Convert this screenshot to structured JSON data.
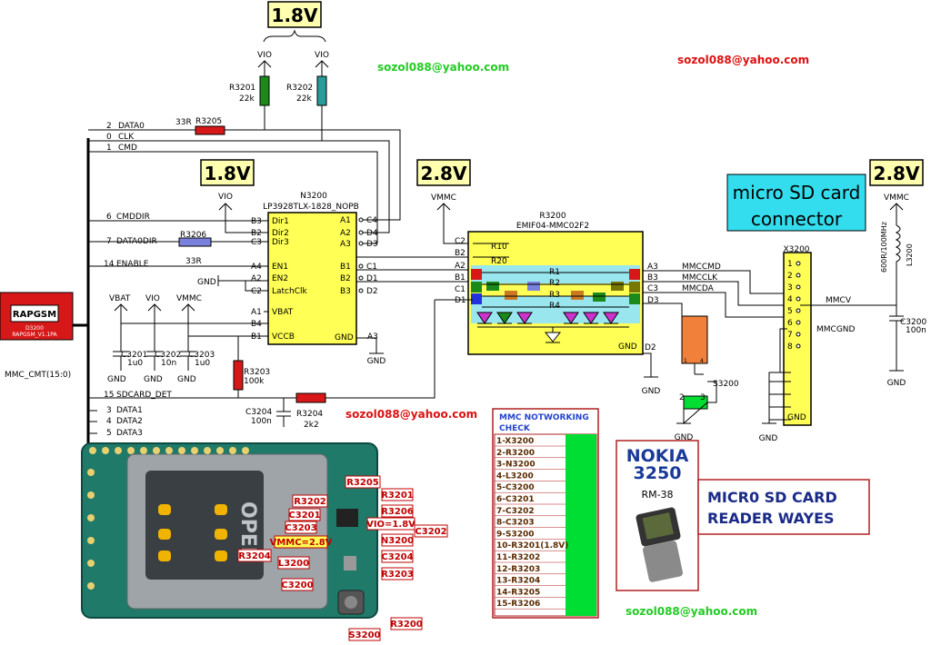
{
  "voltage_labels": {
    "top": "1.8V",
    "n3200": "1.8V",
    "r3200": "2.8V",
    "connector": "2.8V"
  },
  "emails": {
    "top_green": "sozol088@yahoo.com",
    "top_red": "sozol088@yahoo.com",
    "mid_red": "sozol088@yahoo.com",
    "bottom_green": "sozol088@yahoo.com"
  },
  "rails": {
    "vio": "VIO",
    "vmmc": "VMMC",
    "vbat": "VBAT"
  },
  "resistors": {
    "r3201": "R3201",
    "r3201_val": "22k",
    "r3202": "R3202",
    "r3202_val": "22k",
    "r3205": "R3205",
    "r3205_val": "33R",
    "r3206": "R3206",
    "r3206_val": "33R",
    "r3203": "R3203",
    "r3203_val": "100k",
    "r3204": "R3204",
    "r3204_val": "2k2"
  },
  "capacitors": {
    "c3201": "C3201",
    "c3201_val": "1u0",
    "c3202": "C3202",
    "c3202_val": "10n",
    "c3203": "C3203",
    "c3203_val": "1u0",
    "c3204": "C3204",
    "c3204_val": "100n",
    "c3200": "C3200",
    "c3200_val": "100n"
  },
  "gnd": "GND",
  "bus_signals": [
    {
      "num": "2",
      "name": "DATA0"
    },
    {
      "num": "0",
      "name": "CLK"
    },
    {
      "num": "1",
      "name": "CMD"
    },
    {
      "num": "6",
      "name": "CMDDIR"
    },
    {
      "num": "7",
      "name": "DATA0DIR"
    },
    {
      "num": "14",
      "name": "ENABLE"
    },
    {
      "num": "15",
      "name": "SDCARD_DET"
    },
    {
      "num": "3",
      "name": "DATA1"
    },
    {
      "num": "4",
      "name": "DATA2"
    },
    {
      "num": "5",
      "name": "DATA3"
    }
  ],
  "bus_name": "MMC_CMT(15:0)",
  "rapgsm": {
    "title": "RAPGSM",
    "sub1": "D3200",
    "sub2": "RAPGSM_V1.1PA"
  },
  "n3200": {
    "ref": "N3200",
    "part": "LP3928TLX-1828_NOPB",
    "left_pins": [
      {
        "pin": "B3",
        "name": "Dir1"
      },
      {
        "pin": "B2",
        "name": "Dir2"
      },
      {
        "pin": "C3",
        "name": "Dir3"
      },
      {
        "pin": "A4",
        "name": "EN1"
      },
      {
        "pin": "A2",
        "name": "EN2"
      },
      {
        "pin": "C2",
        "name": "LatchClk"
      },
      {
        "pin": "A1",
        "name": "VBAT"
      },
      {
        "pin": "B1",
        "name": "VCCB"
      }
    ],
    "right_pins": [
      {
        "name": "A1",
        "pin": "C4"
      },
      {
        "name": "A2",
        "pin": "D4"
      },
      {
        "name": "A3",
        "pin": "D3"
      },
      {
        "name": "B1",
        "pin": "C1"
      },
      {
        "name": "B2",
        "pin": "D1"
      },
      {
        "name": "B3",
        "pin": "D2"
      }
    ],
    "b4": "B4",
    "gnd_label": "GND",
    "gnd_pin": "A3"
  },
  "r3200": {
    "ref": "R3200",
    "part": "EMIF04-MMC02F2",
    "left_pins": [
      "C2",
      "B2",
      "A2",
      "B1",
      "C1",
      "D1"
    ],
    "inner": [
      "R10",
      "R20",
      "R1",
      "R2",
      "R3",
      "R4"
    ],
    "right_pins": [
      "A3",
      "B3",
      "C3",
      "D3"
    ],
    "gnd": "GND",
    "gnd_pin": "D2"
  },
  "signals_right": [
    "MMCCMD",
    "MMCCLK",
    "MMCDA"
  ],
  "connector": {
    "title_line1": "micro SD card",
    "title_line2": "connector",
    "ref": "X3200",
    "pins": [
      "1",
      "2",
      "3",
      "4",
      "5",
      "6",
      "7",
      "8"
    ],
    "gnd": "GND",
    "mmcv": "MMCV",
    "mmcgnd": "MMCGND"
  },
  "inductor": {
    "ref": "L3200",
    "val": "600R/100MHz"
  },
  "switch": {
    "ref": "S3200",
    "pins": [
      "1",
      "4",
      "2",
      "3"
    ]
  },
  "check_box": {
    "title_line1": "MMC NOTWORKING",
    "title_line2": "CHECK",
    "items": [
      "1-X3200",
      "2-R3200",
      "3-N3200",
      "4-L3200",
      "5-C3200",
      "6-C3201",
      "7-C3202",
      "8-C3203",
      "9-S3200",
      "10-R3201(1.8V)",
      "11-R3202",
      "12-R3203",
      "13-R3204",
      "14-R3205",
      "15-R3206"
    ]
  },
  "nokia": {
    "brand": "NOKIA",
    "model": "3250",
    "variant": "RM-38"
  },
  "caption": {
    "line1": "MICR0 SD CARD",
    "line2": "READER WAYES"
  },
  "pcb_labels": [
    "R3205",
    "R3201",
    "R3202",
    "R3206",
    "C3201",
    "C3203",
    "VIO=1.8V",
    "C3202",
    "VMMC=2.8V",
    "N3200",
    "R3204",
    "C3204",
    "L3200",
    "R3203",
    "C3200",
    "R3200",
    "S3200"
  ],
  "pcb_text": "OPEN",
  "colors": {
    "chip": "#ffff55",
    "resistor_red": "#d81818",
    "resistor_green": "#1a8a1a",
    "resistor_teal": "#2a9a9a",
    "resistor_blue": "#7a80dd",
    "highlight_green": "#00dd33",
    "orange": "#f0803a",
    "cyan_box": "#33ddee",
    "email_green": "#22cc22",
    "email_red": "#dd1111"
  }
}
